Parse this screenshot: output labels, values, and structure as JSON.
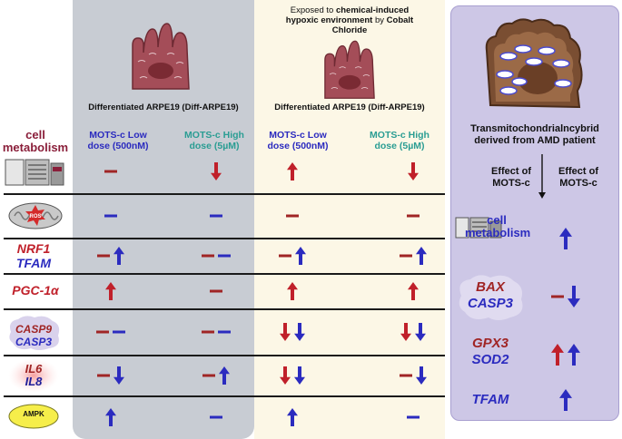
{
  "exposure": {
    "pre": "Exposed to ",
    "bold": "chemical-induced",
    "mid": "hypoxic environment",
    "mid2": " by ",
    "bold2": "Cobalt",
    "bold3": "Chloride"
  },
  "cell_caption": "Differentiated ARPE19 (Diff-ARPE19)",
  "columns": [
    {
      "line1": "MOTS-c Low",
      "line2": "dose (500nM)",
      "color": "#2b2bbf"
    },
    {
      "line1": "MOTS-c High",
      "line2": "dose (5µM)",
      "color": "#2a9d93"
    },
    {
      "line1": "MOTS-c Low",
      "line2": "dose (500nM)",
      "color": "#2b2bbf"
    },
    {
      "line1": "MOTS-c High",
      "line2": "dose (5µM)",
      "color": "#2a9d93"
    }
  ],
  "rows": [
    {
      "label1": "cell",
      "label2": "metabolism",
      "icon": "server-icon"
    },
    {
      "label1": "ROS",
      "label2": "",
      "icon": "mitochondria-icon"
    },
    {
      "label1": "NRF1",
      "label2": "TFAM",
      "icon": ""
    },
    {
      "label1": "PGC-1α",
      "label2": "",
      "icon": ""
    },
    {
      "label1": "CASP9",
      "label2": "CASP3",
      "icon": "blob-icon"
    },
    {
      "label1": "IL6",
      "label2": "IL8",
      "icon": "glow-icon"
    },
    {
      "label1": "AMPK",
      "label2": "",
      "icon": "ellipse-icon"
    }
  ],
  "effects": [
    [
      "dash-red",
      "down-red",
      "up-red",
      "down-red"
    ],
    [
      "dash-blue",
      "dash-blue",
      "dash-red",
      "dash-red"
    ],
    [
      "dash-red up-blue",
      "dash-red dash-blue",
      "dash-red up-blue",
      "dash-red up-blue"
    ],
    [
      "up-red",
      "dash-red",
      "up-red",
      "up-red"
    ],
    [
      "dash-red dash-blue",
      "dash-red dash-blue",
      "down-red down-blue",
      "down-red down-blue"
    ],
    [
      "dash-red down-blue",
      "dash-red up-blue",
      "down-red down-blue",
      "dash-red down-blue"
    ],
    [
      "up-blue",
      "dash-blue",
      "up-blue",
      "dash-blue"
    ]
  ],
  "right_panel": {
    "title1": "Transmitochondrialncybrid",
    "title2": "derived from AMD patient",
    "effect_left1": "Effect of",
    "effect_left2": "MOTS-c",
    "effect_right1": "Effect of",
    "effect_right2": "MOTS-c",
    "rows": [
      {
        "label1": "cell",
        "label2": "metabolism",
        "marks": "up-blue"
      },
      {
        "label1": "BAX",
        "label2": "CASP3",
        "marks": "dash-red down-blue"
      },
      {
        "label1": "GPX3",
        "label2": "SOD2",
        "marks": "up-red up-blue"
      },
      {
        "label1": "TFAM",
        "label2": "",
        "marks": "up-blue"
      }
    ]
  },
  "colors": {
    "red": "#c0202a",
    "darkred": "#a02525",
    "blue": "#2b2bbf",
    "teal": "#2a9d93",
    "cell": "#9a4a55"
  }
}
